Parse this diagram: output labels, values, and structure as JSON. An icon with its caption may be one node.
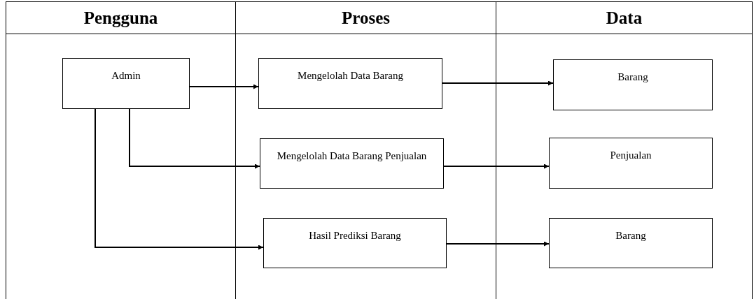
{
  "diagram": {
    "nodes": [
      {
        "text": [
          "Pengguna"
        ]
      },
      {
        "text": [
          "Proses"
        ]
      },
      {
        "text": [
          "Data"
        ]
      },
      {
        "text": [
          "Admin"
        ],
        "in": 0
      },
      {
        "text": [
          "Mengelolah Data Barang"
        ],
        "in": 1
      },
      {
        "text": [
          "Barang"
        ],
        "in": 2
      },
      {
        "text": [
          "Mengelolah Data Barang Penjualan"
        ],
        "in": 1
      },
      {
        "text": [
          "Penjualan"
        ],
        "in": 2
      },
      {
        "text": [
          "Hasil Prediksi Barang"
        ],
        "in": 1
      },
      {
        "text": [
          "Barang"
        ],
        "in": 2
      }
    ],
    "edges": [
      {
        "from": 3,
        "to": 4,
        "arrow": "to"
      },
      {
        "from": 3,
        "to": 6,
        "arrow": "to"
      },
      {
        "from": 3,
        "to": 8,
        "arrow": "to"
      },
      {
        "from": 4,
        "to": 5,
        "arrow": "to"
      },
      {
        "from": 6,
        "to": 7,
        "arrow": "to"
      },
      {
        "from": 8,
        "to": 9,
        "arrow": "to"
      }
    ]
  }
}
